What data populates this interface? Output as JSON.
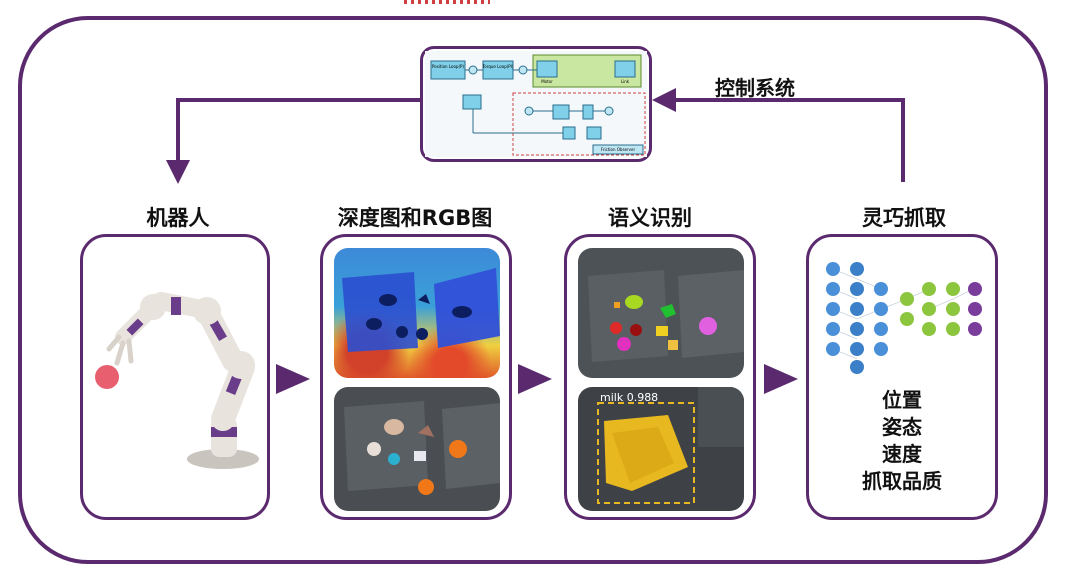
{
  "control": {
    "label": "控制系统",
    "block_position_loop": "Position Loop(P)",
    "block_torque_loop": "Torque Loop(PI)",
    "block_motor": "Motor",
    "block_link": "Link",
    "block_friction_observer": "Friction Observer"
  },
  "stages": [
    {
      "label": "机器人"
    },
    {
      "label": "深度图和RGB图"
    },
    {
      "label": "语义识别"
    },
    {
      "label": "灵巧抓取"
    }
  ],
  "detection": {
    "label": "milk 0.988"
  },
  "outputs": [
    "位置",
    "姿态",
    "速度",
    "抓取品质"
  ],
  "colors": {
    "frame": "#5b2a6e",
    "network_blue": "#4a90d9",
    "network_green": "#8cc63f",
    "network_purple": "#7a3d9b"
  }
}
